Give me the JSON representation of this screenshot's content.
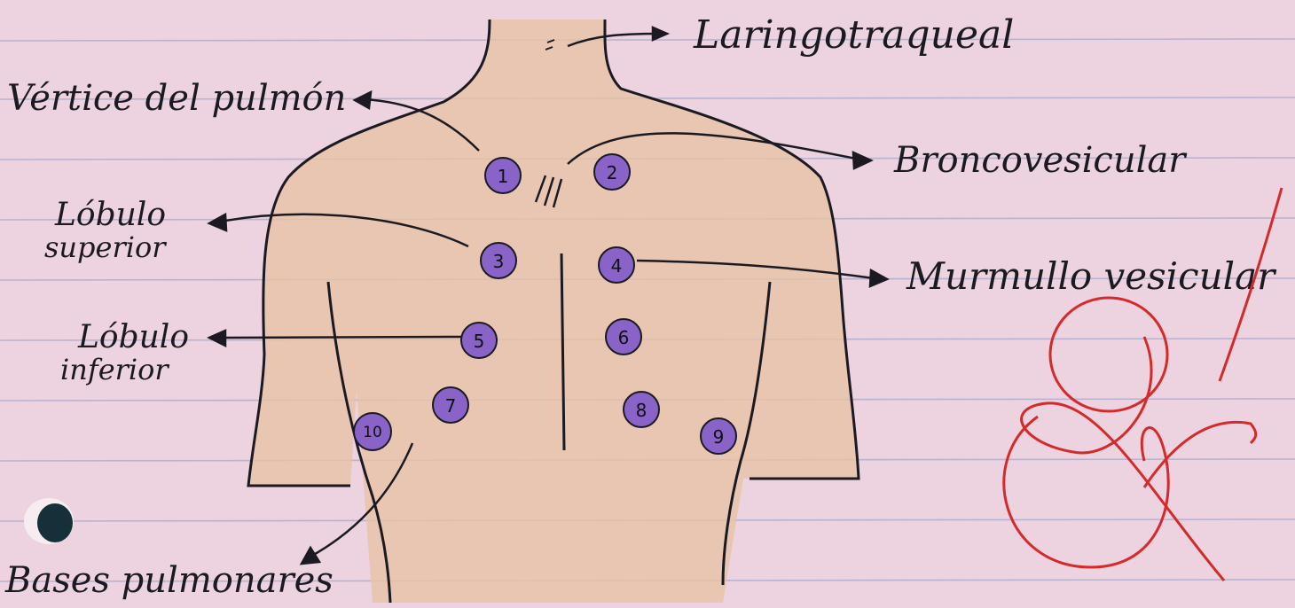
{
  "labels": {
    "laringotraqueal": "Laringotraqueal",
    "vertice": "Vértice del pulmón",
    "broncovesicular": "Broncovesicular",
    "lobulo_superior_1": "Lóbulo",
    "lobulo_superior_2": "superior",
    "murmullo": "Murmullo vesicular",
    "lobulo_inferior_1": "Lóbulo",
    "lobulo_inferior_2": "inferior",
    "bases": "Bases pulmonares"
  },
  "points": [
    "1",
    "2",
    "3",
    "4",
    "5",
    "6",
    "7",
    "8",
    "9",
    "10"
  ],
  "colors": {
    "paper": "#ecd3df",
    "rule_line": "#8e98c6",
    "torso_fill": "#e8c3a4",
    "ink": "#1b1a22",
    "point_fill": "#8a63c9",
    "signature": "#d42a2a"
  }
}
